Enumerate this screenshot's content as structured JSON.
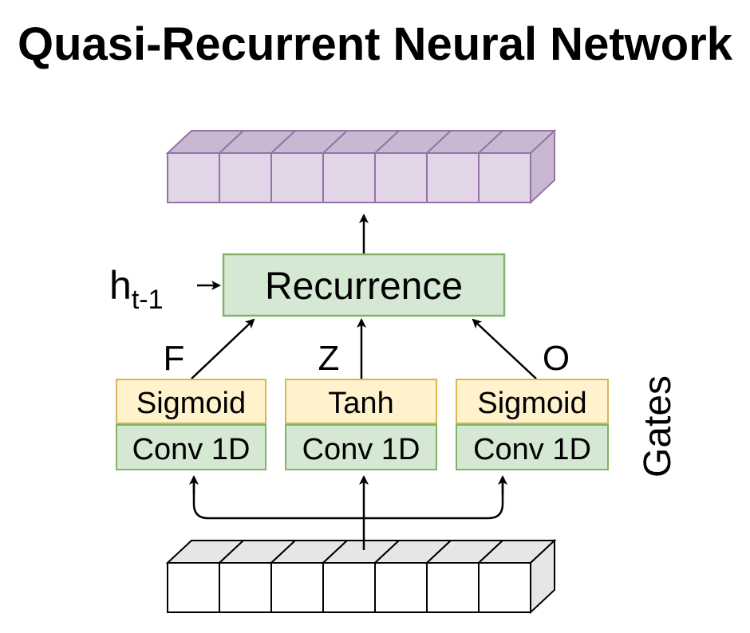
{
  "title": "Quasi-Recurrent Neural Network",
  "recurrence": {
    "label": "Recurrence"
  },
  "hidden_state": {
    "base": "h",
    "subscript": "t-1"
  },
  "gates": [
    {
      "letter": "F",
      "activation": "Sigmoid",
      "conv": "Conv 1D"
    },
    {
      "letter": "Z",
      "activation": "Tanh",
      "conv": "Conv 1D"
    },
    {
      "letter": "O",
      "activation": "Sigmoid",
      "conv": "Conv 1D"
    }
  ],
  "gates_group_label": "Gates",
  "colors": {
    "output_cells_fill": "#e1d5e7",
    "output_cells_top": "#c9b8d2",
    "output_cells_stroke": "#9673a6",
    "recurrence_fill": "#d5e8d4",
    "recurrence_stroke": "#82b366",
    "activation_fill": "#fff2cc",
    "activation_stroke": "#d6b656",
    "conv_fill": "#d5e8d4",
    "conv_stroke": "#82b366",
    "input_cells_fill": "#ffffff",
    "input_cells_top": "#e6e6e6",
    "input_cells_stroke": "#000000"
  }
}
